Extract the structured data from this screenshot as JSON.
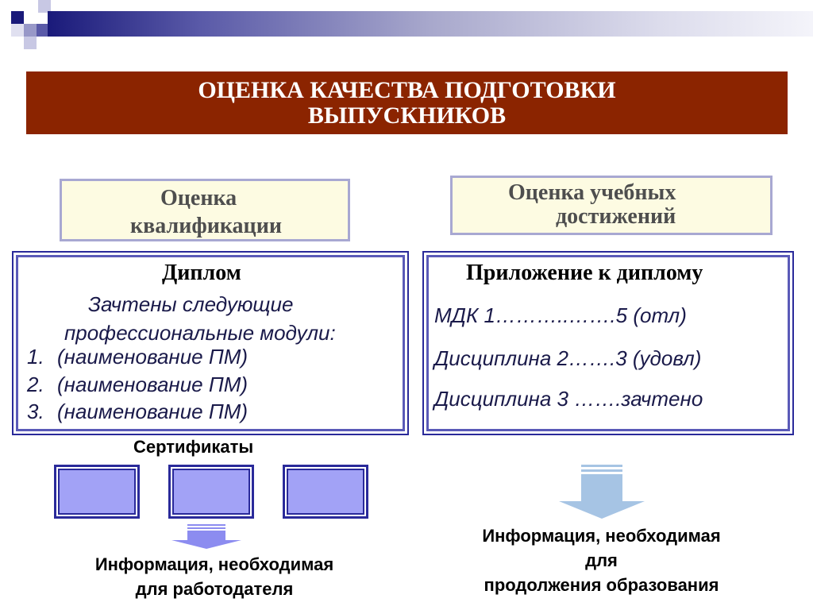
{
  "title": {
    "line1": "ОЦЕНКА КАЧЕСТВА ПОДГОТОВКИ",
    "line2": "ВЫПУСКНИКОВ"
  },
  "left_header": {
    "line1": "Оценка",
    "line2": "квалификации"
  },
  "right_header": {
    "line1": "Оценка учебных",
    "line2": "достижений"
  },
  "diploma": {
    "title": "Диплом",
    "intro_line1": "Зачтены следующие",
    "intro_line2": "профессиональные модули:",
    "items": [
      {
        "num": "1.",
        "text": "(наименование ПМ)"
      },
      {
        "num": "2.",
        "text": "(наименование ПМ)"
      },
      {
        "num": "3.",
        "text": "(наименование ПМ)"
      }
    ]
  },
  "appendix": {
    "title": "Приложение к диплому",
    "rows": [
      "МДК 1………..…….5 (отл)",
      "Дисциплина 2…….3 (удовл)",
      "Дисциплина 3 …….зачтено"
    ]
  },
  "certificates": {
    "label": "Сертификаты",
    "count": 3
  },
  "info_employer": {
    "line1": "Информация, необходимая",
    "line2": "для работодателя"
  },
  "info_education": {
    "line1": "Информация, необходимая",
    "line2": "для",
    "line3": "продолжения образования"
  },
  "colors": {
    "banner": "#8b2400",
    "header_bg": "#fdfbe2",
    "header_border": "#a8a8d2",
    "panel_border": "#2a2a9a",
    "cert_fill": "#a2a2f6",
    "arrow_left": "#8c8cf0",
    "arrow_right": "#a6c4e4"
  }
}
